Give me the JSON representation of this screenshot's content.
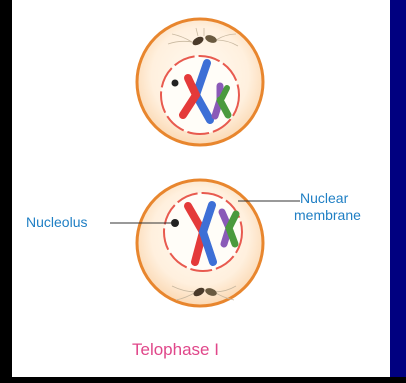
{
  "labels": {
    "nucleolus": "Nucleolus",
    "nuclear_membrane_line1": "Nuclear",
    "nuclear_membrane_line2": "membrane"
  },
  "caption": "Telophase I",
  "colors": {
    "panel_background": "#ffffff",
    "frame": "#000000",
    "right_stripe": "#000080",
    "cell_fill": "#fde3c6",
    "cell_outline": "#e8862e",
    "nuclear_membrane": "#e85a4f",
    "chromosome_red": "#e43a3a",
    "chromosome_blue": "#3d6fd6",
    "chromosome_purple": "#8a5ab8",
    "chromosome_green": "#4a9a3e",
    "label_text": "#1f7fc4",
    "caption_text": "#e0478a"
  },
  "icons": {
    "centrosome": "centriole-pair-icon",
    "nucleolus": "nucleolus-dot-icon"
  }
}
